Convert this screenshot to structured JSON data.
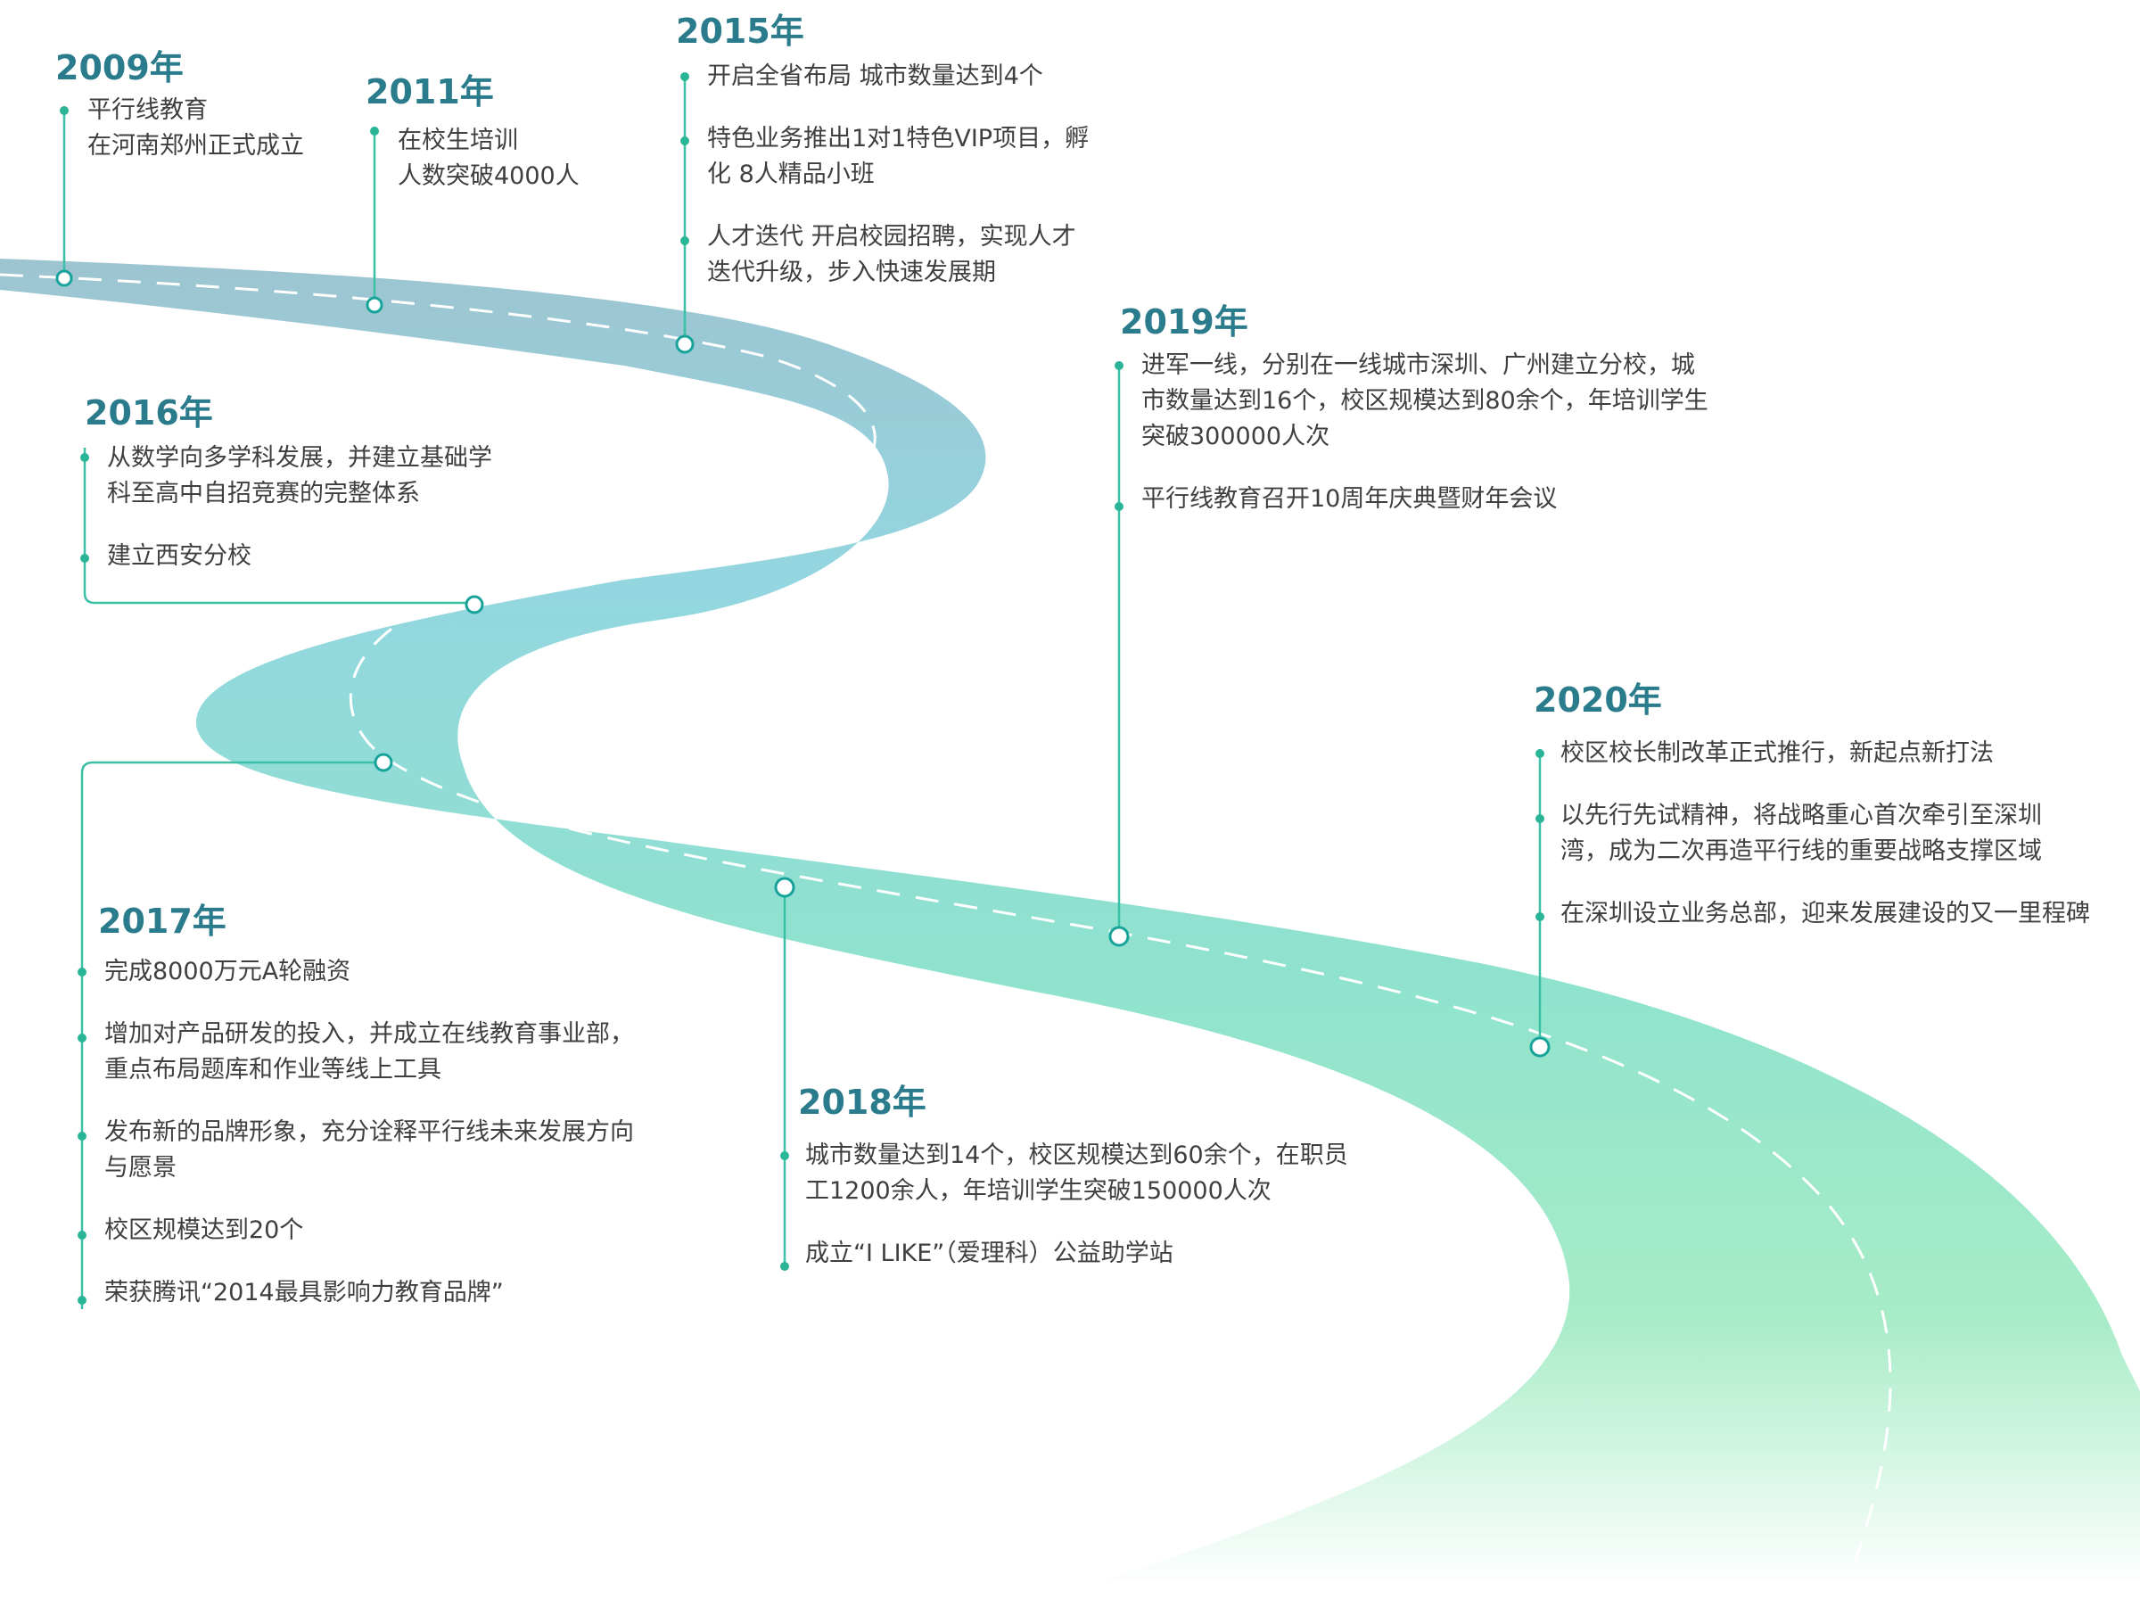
{
  "milestones": [
    {
      "year": "2009年",
      "items": [
        "平行线教育\n在河南郑州正式成立"
      ]
    },
    {
      "year": "2011年",
      "items": [
        "在校生培训\n人数突破4000人"
      ]
    },
    {
      "year": "2015年",
      "items": [
        "开启全省布局 城市数量达到4个",
        "特色业务推出1对1特色VIP项目，孵\n化 8人精品小班",
        "人才迭代 开启校园招聘，实现人才\n迭代升级，步入快速发展期"
      ]
    },
    {
      "year": "2016年",
      "items": [
        "从数学向多学科发展，并建立基础学\n科至高中自招竞赛的完整体系",
        "建立西安分校"
      ]
    },
    {
      "year": "2017年",
      "items": [
        "完成8000万元A轮融资",
        "增加对产品研发的投入，并成立在线教育事业部，\n重点布局题库和作业等线上工具",
        "发布新的品牌形象，充分诠释平行线未来发展方向\n与愿景",
        "校区规模达到20个",
        "荣获腾讯“2014最具影响力教育品牌”"
      ]
    },
    {
      "year": "2018年",
      "items": [
        "城市数量达到14个，校区规模达到60余个，在职员\n工1200余人，年培训学生突破150000人次",
        "成立“I LIKE”（爱理科）公益助学站"
      ]
    },
    {
      "year": "2019年",
      "items": [
        "进军一线，分别在一线城市深圳、广州建立分校，城\n市数量达到16个，校区规模达到80余个，年培训学生\n突破300000人次",
        "平行线教育召开10周年庆典暨财年会议"
      ]
    },
    {
      "year": "2020年",
      "items": [
        "校区校长制改革正式推行，新起点新打法",
        "以先行先试精神，将战略重心首次牵引至深圳\n湾，成为二次再造平行线的重要战略支撑区域",
        "在深圳设立业务总部，迎来发展建设的又一里程碑"
      ]
    }
  ],
  "colors": {
    "road_start": "#9fc3cf",
    "road_mid": "#90dde3",
    "road_end": "#9fe9c4",
    "connector": "#3bbfa5",
    "marker_stroke": "#17a39a",
    "year_text": "#2a7b8b",
    "body_text": "#3f3f3f"
  }
}
